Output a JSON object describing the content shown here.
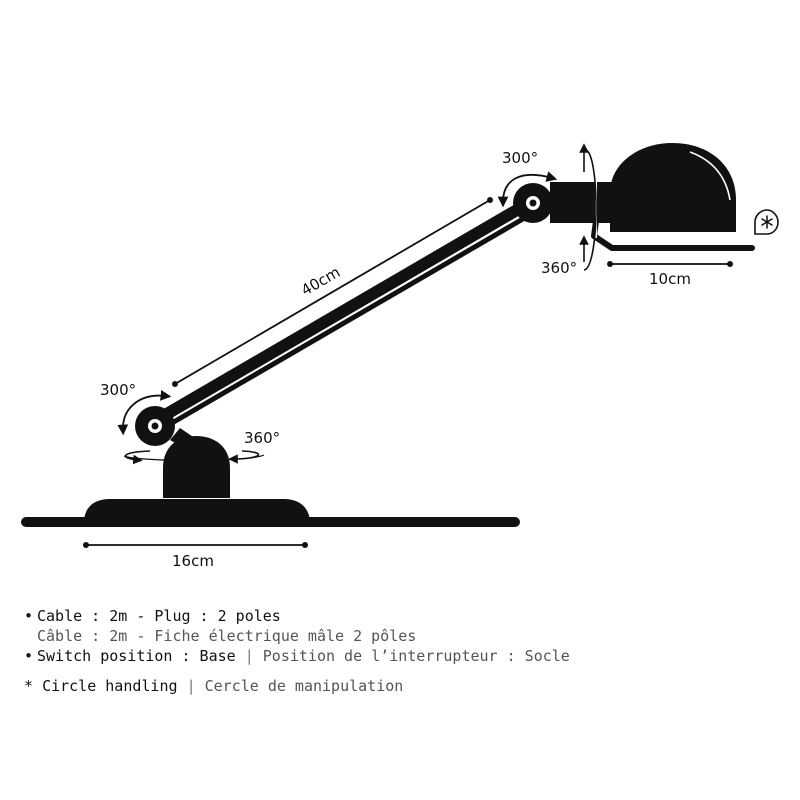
{
  "dimensions": {
    "arm_length": "40cm",
    "shade_width": "10cm",
    "base_diameter": "16cm",
    "upper_joint_rotation": "300°",
    "shade_rotation": "360°",
    "lower_joint_rotation": "300°",
    "base_rotation": "360°"
  },
  "notes": {
    "cable_en": "Cable : 2m - Plug : 2 poles",
    "cable_fr": "Câble : 2m - Fiche électrique mâle 2 pôles",
    "switch_en": "Switch position : Base",
    "switch_fr": "Position de l’interrupteur : Socle",
    "circle_en": "Circle handling",
    "circle_fr": "Cercle de manipulation",
    "bullet": "•",
    "asterisk": "*",
    "separator": "|"
  },
  "icons": {
    "switch_marker": "asterisk-in-drop-icon"
  },
  "colors": {
    "ink": "#111111",
    "secondary_text": "#555555"
  }
}
